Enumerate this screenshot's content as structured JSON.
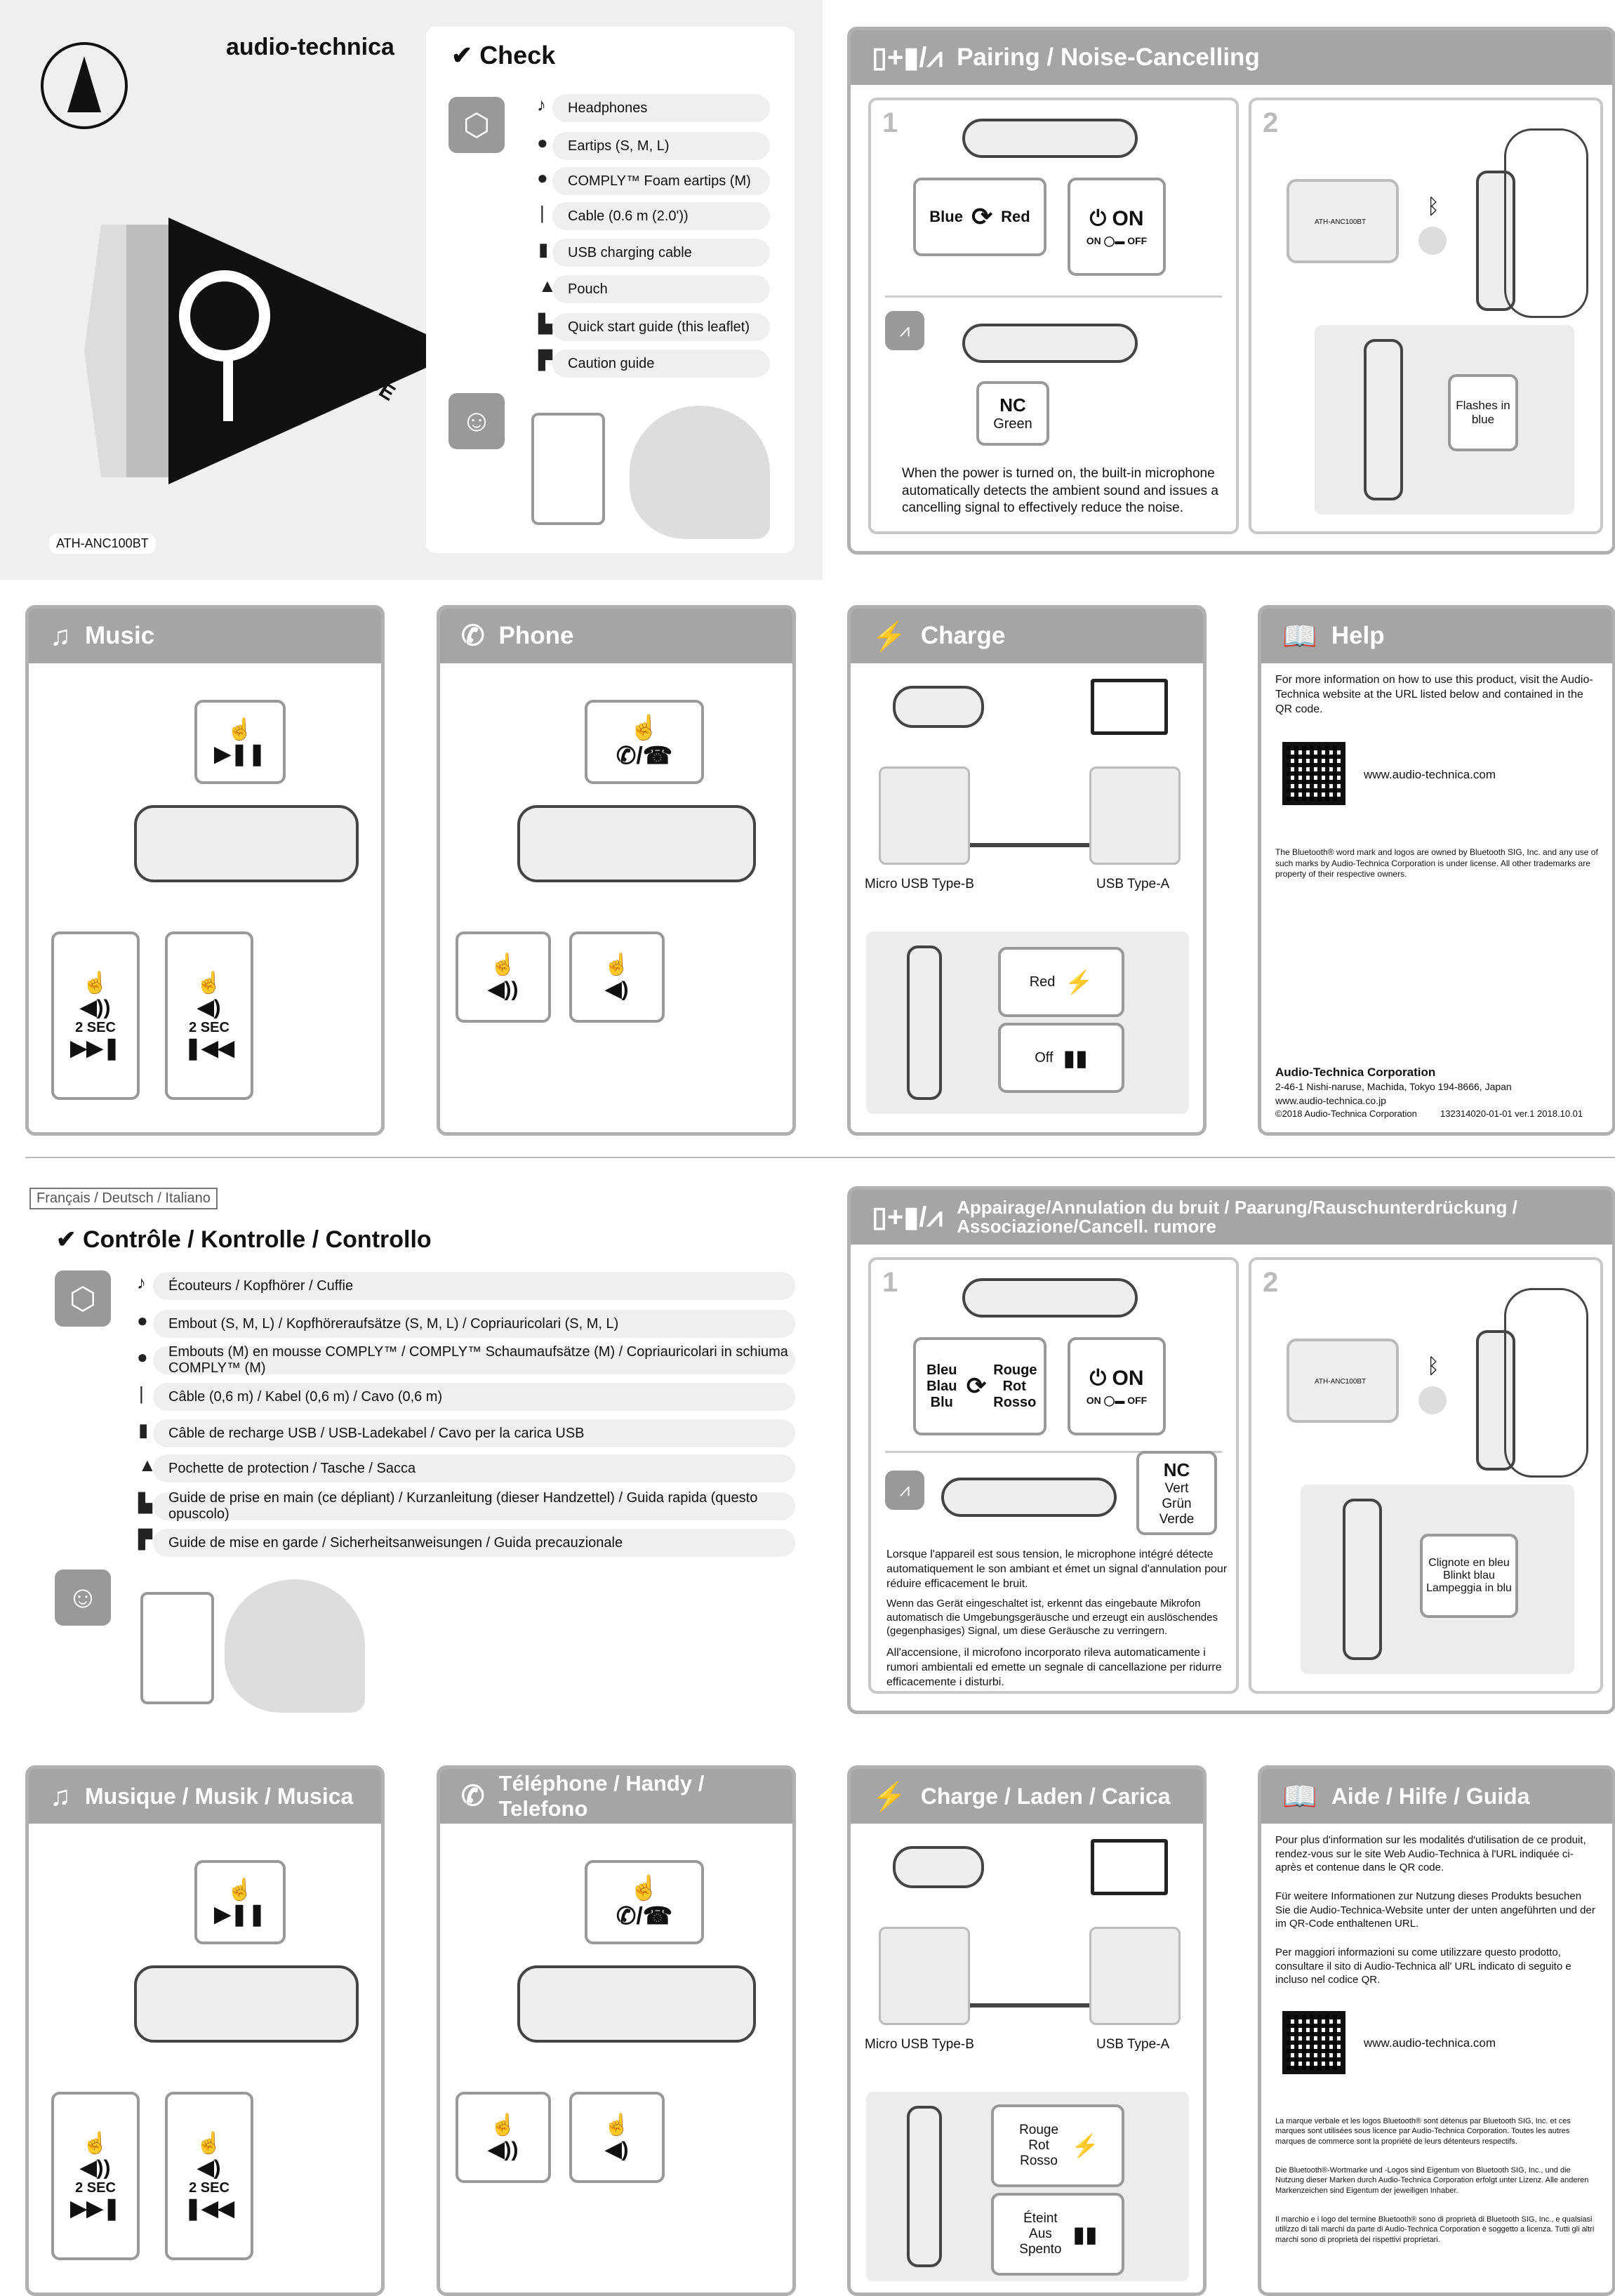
{
  "cover": {
    "brand": "audio-technica",
    "guide_title": "QUICK START GUIDE",
    "model": "ATH-ANC100BT"
  },
  "check": {
    "title": "Check",
    "items": [
      "Headphones",
      "Eartips (S, M, L)",
      "COMPLY™ Foam eartips (M)",
      "Cable (0.6 m (2.0'))",
      "USB charging cable",
      "Pouch",
      "Quick start guide (this leaflet)",
      "Caution guide"
    ]
  },
  "pairing": {
    "title": "Pairing / Noise-Cancelling",
    "step1": "1",
    "step2": "2",
    "blue": "Blue",
    "red": "Red",
    "on": "ON",
    "sw_on": "ON",
    "sw_off": "OFF",
    "nc": "NC",
    "green": "Green",
    "phone_device": "ATH-ANC100BT",
    "flashes": "Flashes in blue",
    "desc": "When the power is turned on, the built-in microphone automatically detects the ambient sound and issues a cancelling signal to effectively reduce the noise."
  },
  "music": {
    "title": "Music",
    "sec": "2 SEC"
  },
  "phone": {
    "title": "Phone"
  },
  "charge": {
    "title": "Charge",
    "micro": "Micro USB Type-B",
    "usba": "USB Type-A",
    "red": "Red",
    "off": "Off"
  },
  "help": {
    "title": "Help",
    "intro": "For more information on how to use this product, visit the Audio-Technica website at the URL listed below and contained in the QR code.",
    "url": "www.audio-technica.com",
    "trademark": "The Bluetooth® word mark and logos are owned by Bluetooth SIG, Inc. and any use of such marks by Audio-Technica Corporation is under license. All other trademarks are property of their respective owners.",
    "corp": "Audio-Technica Corporation",
    "address": "2-46-1 Nishi-naruse, Machida, Tokyo 194-8666, Japan",
    "site": "www.audio-technica.co.jp",
    "copyright": "©2018 Audio-Technica Corporation",
    "code": "132314020-01-01 ver.1 2018.10.01"
  },
  "lang_tag": "Français / Deutsch / Italiano",
  "controle": {
    "title": "Contrôle / Kontrolle / Controllo",
    "items": [
      "Écouteurs / Kopfhörer / Cuffie",
      "Embout (S, M, L) / Kopfhöreraufsätze (S, M, L) / Copriauricolari (S, M, L)",
      "Embouts (M) en mousse COMPLY™ / COMPLY™ Schaumaufsätze (M) / Copriauricolari in schiuma COMPLY™ (M)",
      "Câble (0,6 m) / Kabel (0,6 m) / Cavo (0,6 m)",
      "Câble de recharge USB / USB-Ladekabel / Cavo per la carica USB",
      "Pochette de protection / Tasche / Sacca",
      "Guide de prise en main (ce dépliant) / Kurzanleitung (dieser Handzettel) / Guida rapida (questo opuscolo)",
      "Guide de mise en garde / Sicherheitsanweisungen / Guida precauzionale"
    ]
  },
  "appairage": {
    "title1": "Appairage/Annulation du bruit / Paarung/Rauschunterdrückung /",
    "title2": "Associazione/Cancell. rumore",
    "blue_ml": "Bleu Blau Blu",
    "red_ml": "Rouge Rot Rosso",
    "green_ml": "Vert Grün Verde",
    "flash_ml": "Clignote en bleu Blinkt blau Lampeggia in blu",
    "fr": "Lorsque l'appareil est sous tension, le microphone intégré détecte automatiquement le son ambiant et émet un signal d'annulation pour réduire efficacement le bruit.",
    "de": "Wenn das Gerät eingeschaltet ist, erkennt das eingebaute Mikrofon automatisch die Umgebungsgeräusche und erzeugt ein auslöschendes (gegenphasiges) Signal, um diese Geräusche zu verringern.",
    "it": "All'accensione, il microfono incorporato rileva automaticamente i rumori ambientali ed emette un segnale di cancellazione per ridurre efficacemente i disturbi."
  },
  "musique": {
    "title": "Musique / Musik / Musica"
  },
  "telephone": {
    "title": "Téléphone / Handy / Telefono"
  },
  "charge_ml": {
    "title": "Charge / Laden / Carica",
    "red_ml": "Rouge Rot Rosso",
    "off_ml": "Éteint Aus Spento"
  },
  "aide": {
    "title": "Aide / Hilfe / Guida",
    "fr": "Pour plus d'information sur les modalités d'utilisation de ce produit, rendez-vous sur le site Web Audio-Technica à l'URL indiquée ci-après et contenue dans le QR code.",
    "de": "Für weitere Informationen zur Nutzung dieses Produkts besuchen Sie die Audio-Technica-Website unter der unten angeführten und der im QR-Code enthaltenen URL.",
    "it": "Per maggiori informazioni su come utilizzare questo prodotto, consultare il sito di Audio-Technica all' URL indicato di seguito e incluso nel codice QR.",
    "tm_fr": "La marque verbale et les logos Bluetooth® sont détenus par Bluetooth SIG, Inc. et ces marques sont utilisées sous licence par Audio-Technica Corporation. Toutes les autres marques de commerce sont la propriété de leurs détenteurs respectifs.",
    "tm_de": "Die Bluetooth®-Wortmarke und -Logos sind Eigentum von Bluetooth SIG, Inc., und die Nutzung dieser Marken durch Audio-Technica Corporation erfolgt unter Lizenz. Alle anderen Markenzeichen sind Eigentum der jeweiligen Inhaber.",
    "tm_it": "Il marchio e i logo del termine Bluetooth® sono di proprietà di Bluetooth SIG, Inc., e qualsiasi utilizzo di tali marchi da parte di Audio-Technica Corporation è soggetto a licenza. Tutti gli altri marchi sono di proprietà dei rispettivi proprietari."
  },
  "colors": {
    "header": "#a5a5a5",
    "border": "#b0b0b0"
  }
}
